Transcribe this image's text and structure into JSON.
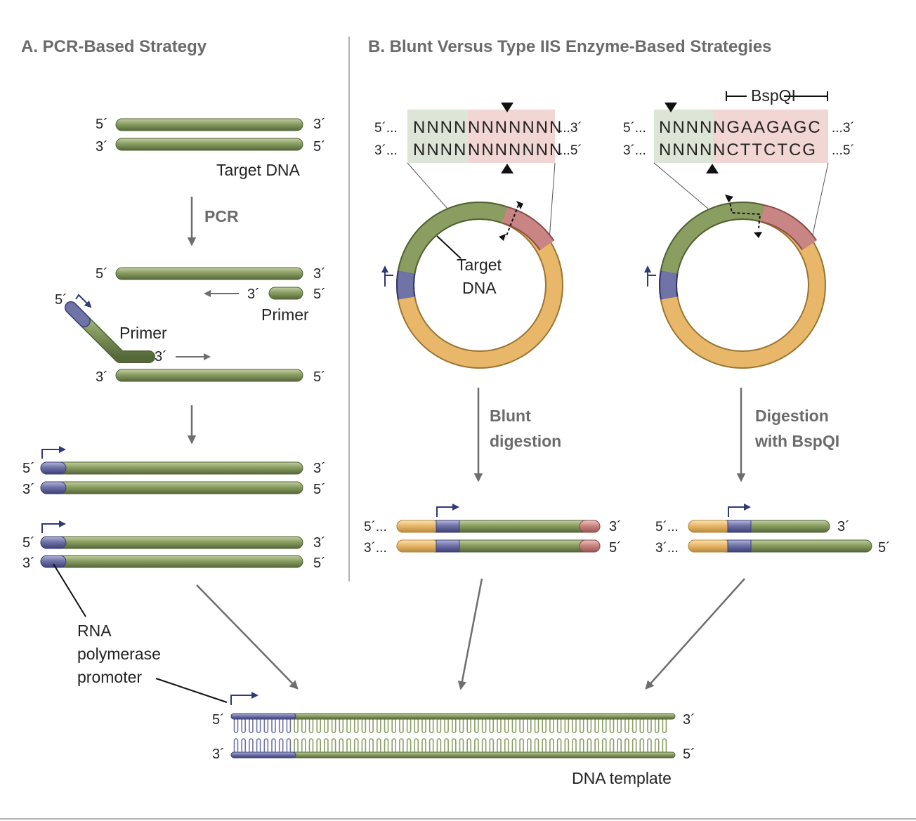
{
  "panel_a": {
    "title": "A. PCR-Based Strategy",
    "target_label": "Target DNA",
    "pcr_label": "PCR",
    "primer_label": "Primer",
    "primer2_label": "Primer",
    "promoter_label": [
      "RNA",
      "polymerase",
      "promoter"
    ]
  },
  "panel_b": {
    "title": "B. Blunt Versus Type IIS Enzyme-Based Strategies",
    "blunt": {
      "top_left": "5´...",
      "top_seq_green": "NNNN",
      "top_seq_red": "NNNNNNN",
      "top_right": "...3´",
      "bottom_left": "3´...",
      "bottom_seq_green": "NNNN",
      "bottom_seq_red": "NNNNNNN",
      "bottom_right": "...5´",
      "circle_label": [
        "Target",
        "DNA"
      ],
      "digest_label": [
        "Blunt",
        "digestion"
      ],
      "prod_top_left": "5´...",
      "prod_top_right": "3´",
      "prod_bottom_left": "3´...",
      "prod_bottom_right": "5´"
    },
    "type2s": {
      "enzyme_label": "BspQI",
      "top_left": "5´...",
      "top_seq_green": "NNNN",
      "top_seq_red": "NGAAGAGC",
      "top_right": "...3´",
      "bottom_left": "3´...",
      "bottom_seq_green": "NNNN",
      "bottom_seq_red": "NCTTCTCG",
      "bottom_right": "...5´",
      "digest_label": [
        "Digestion",
        "with BspQI"
      ],
      "prod_top_left": "5´...",
      "prod_top_right": "3´",
      "prod_bottom_left": "3´...",
      "prod_bottom_right": "5´"
    }
  },
  "bottom": {
    "template_label": "DNA template"
  },
  "ends": {
    "five": "5´",
    "three": "3´"
  },
  "colors": {
    "green": "#8a9e62",
    "blue": "#6f73a6",
    "red": "#c98583",
    "orange": "#e8b76a",
    "green_box": "#dde5d6",
    "red_box": "#f2d6d3",
    "arrow": "#6e6e6e",
    "promoter_arrow": "#2f3a77"
  }
}
